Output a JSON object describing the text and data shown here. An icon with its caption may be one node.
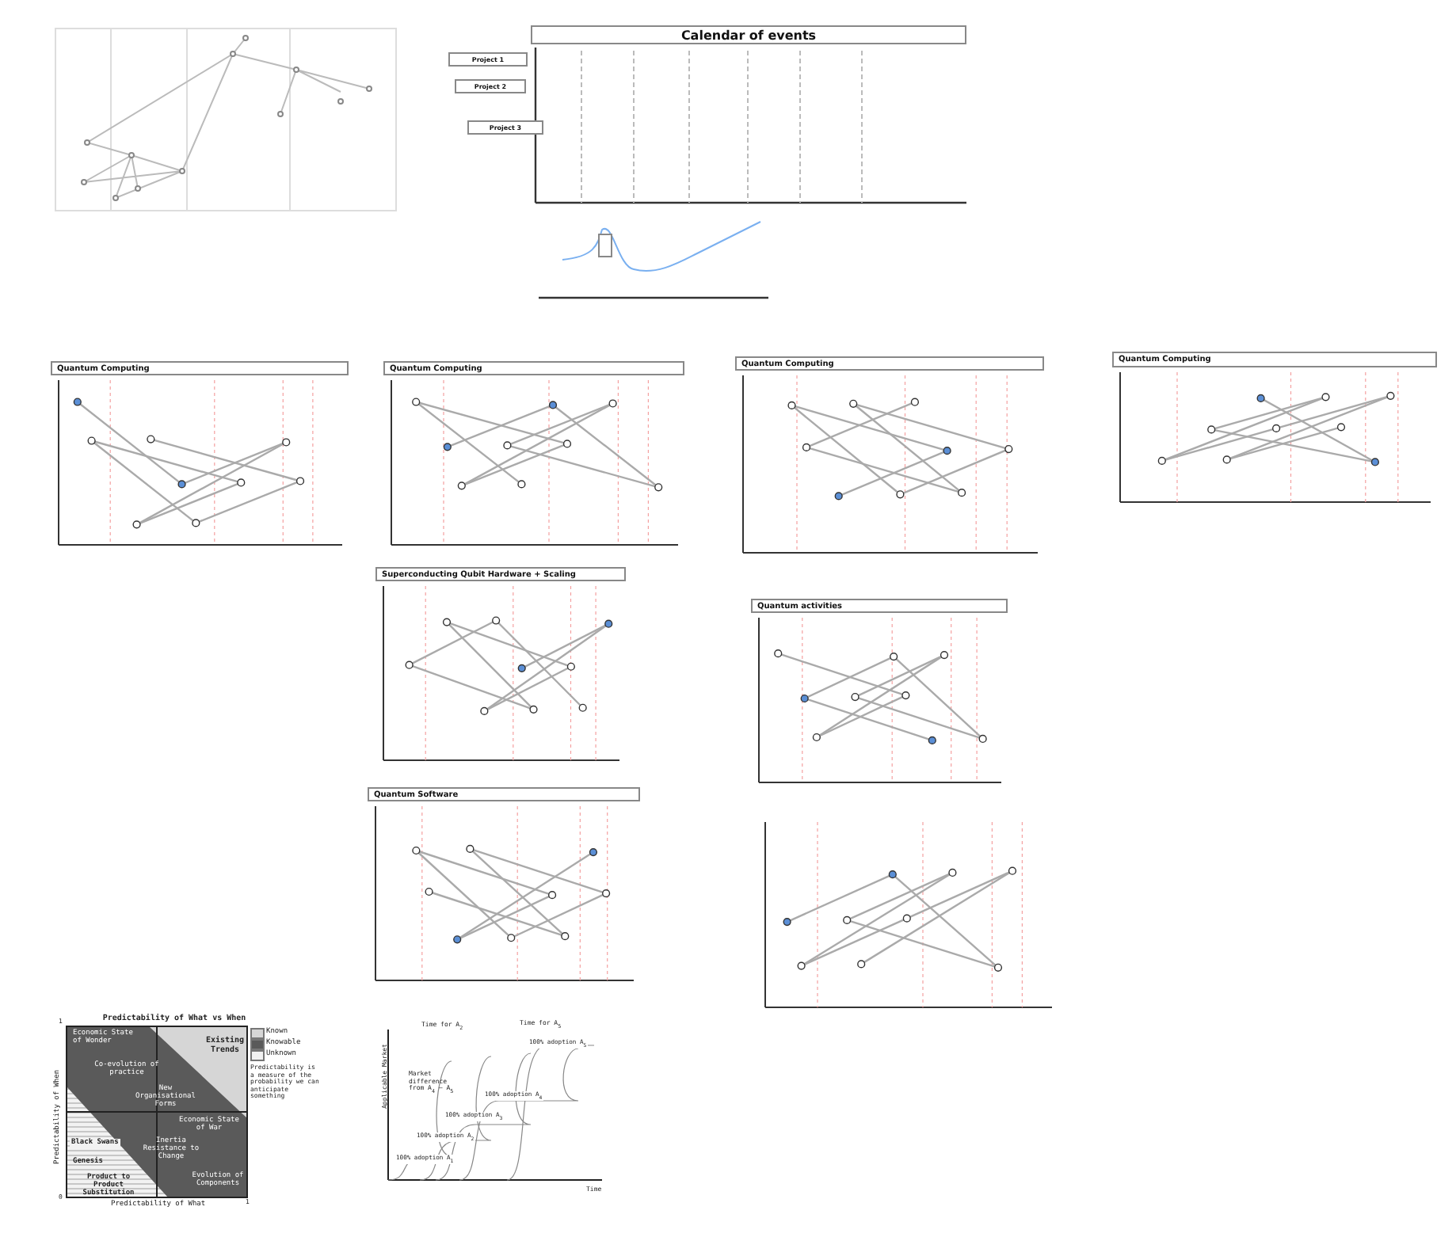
{
  "diagram": {
    "nodes": [
      {
        "text": [
          "Calendar of events"
        ]
      },
      {
        "text": [
          "Project 1"
        ]
      },
      {
        "text": [
          "Project 2"
        ]
      },
      {
        "text": [
          "Project 3"
        ]
      },
      {
        "text": [
          "Quantum Computing"
        ]
      },
      {
        "text": [
          "Quantum Computing"
        ]
      },
      {
        "text": [
          "Quantum Computing"
        ]
      },
      {
        "text": [
          "Quantum Computing"
        ]
      },
      {
        "text": [
          "Superconducting Qubit Hardware + Scaling"
        ]
      },
      {
        "text": [
          "Quantum activities"
        ]
      },
      {
        "text": [
          "Quantum Software"
        ]
      }
    ],
    "labels": [
      "Predictability of What vs When",
      "Economic State of Wonder",
      "Existing Trends",
      "Co-evolution of practice",
      "New Organisational Forms",
      "Predictability is a measure of the probability we can anticipate something",
      "Economic State of War",
      "Black Swans",
      "Inertia Resistance to Change",
      "Genesis",
      "Product to Product Substitution",
      "Evolution of Components",
      "Predictability of When",
      "Predictability of What",
      "0",
      "1",
      "1",
      "Applicable Market",
      "Time for A$_{2}$",
      "Time for A$_{5}$",
      "Market difference from A$_{4}$ – A$_{5}$",
      "100% adoption A$_{1}$",
      "100% adoption A$_{2}$",
      "100% adoption A$_{3}$",
      "100% adoption A$_{4}$",
      "100% adoption A$_{5}$",
      "Time"
    ],
    "legend": [
      {
        "text": "Known",
        "color": "#d6d6d6"
      },
      {
        "text": "Knowable",
        "color": "#5a5a5a"
      },
      {
        "text": "Unknown",
        "color": "#f2f2f2"
      }
    ]
  }
}
